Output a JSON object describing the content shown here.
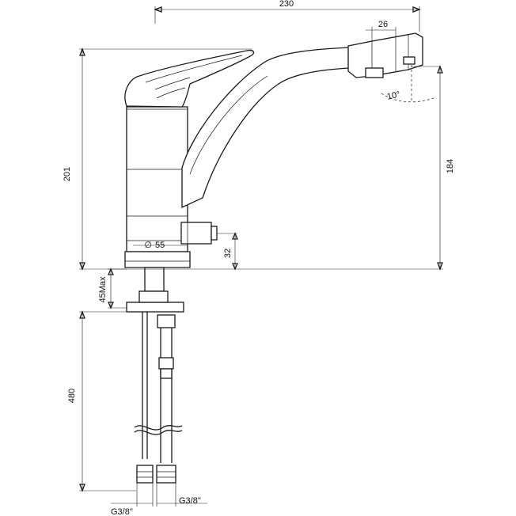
{
  "dimensions": {
    "overall_width": "230",
    "aerator_width": "26",
    "total_height": "201",
    "spout_height": "184",
    "tilt_angle": "10°",
    "body_diameter": "55",
    "side_outlet_height": "32",
    "max_deck_thickness": "45Max",
    "hose_length": "480",
    "hose_thread_left": "G3/8\"",
    "hose_thread_right": "G3/8\""
  },
  "symbols": {
    "diameter": "∅"
  }
}
